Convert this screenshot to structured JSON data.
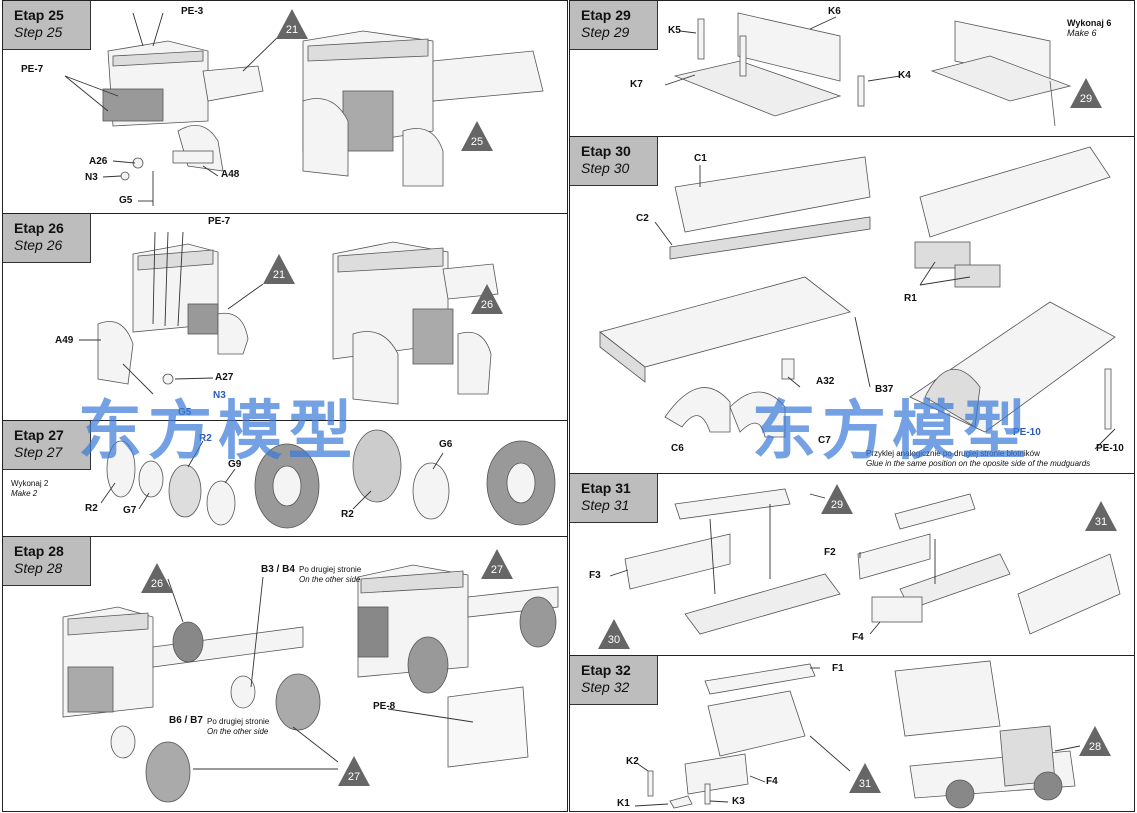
{
  "steps": {
    "s25": {
      "etap": "Etap 25",
      "step": "Step 25"
    },
    "s26": {
      "etap": "Etap 26",
      "step": "Step 26"
    },
    "s27": {
      "etap": "Etap 27",
      "step": "Step 27"
    },
    "s28": {
      "etap": "Etap 28",
      "step": "Step 28"
    },
    "s29": {
      "etap": "Etap 29",
      "step": "Step 29"
    },
    "s30": {
      "etap": "Etap 30",
      "step": "Step 30"
    },
    "s31": {
      "etap": "Etap 31",
      "step": "Step 31"
    },
    "s32": {
      "etap": "Etap 32",
      "step": "Step 32"
    }
  },
  "parts": {
    "pe3": "PE-3",
    "pe7": "PE-7",
    "a26": "A26",
    "n3": "N3",
    "g5": "G5",
    "a48": "A48",
    "a49": "A49",
    "a27": "A27",
    "r2": "R2",
    "g6": "G6",
    "g7": "G7",
    "g9": "G9",
    "b3b4": "B3 / B4",
    "b6b7": "B6 / B7",
    "pe8": "PE-8",
    "k5": "K5",
    "k6": "K6",
    "k7": "K7",
    "k4": "K4",
    "c1": "C1",
    "c2": "C2",
    "c6": "C6",
    "c7": "C7",
    "a32": "A32",
    "b37": "B37",
    "r1": "R1",
    "pe10": "PE-10",
    "f1": "F1",
    "f2": "F2",
    "f3": "F3",
    "f4": "F4",
    "k1": "K1",
    "k2": "K2",
    "k3": "K3"
  },
  "notes": {
    "wykonaj2": "Wykonaj 2",
    "make2": "Make 2",
    "wykonaj6": "Wykonaj 6",
    "make6": "Make 6",
    "other_pl": "Po drugiej stronie",
    "other_en": "On the other side",
    "glue_pl": "Przyklej analogicznie po drugiej stronie błotników",
    "glue_en": "Glue in the same position on the oposite side of the mudguards"
  },
  "refs": {
    "r21": "21",
    "r25": "25",
    "r26": "26",
    "r27": "27",
    "r28": "28",
    "r29": "29",
    "r30": "30",
    "r31": "31"
  },
  "watermark": "东方模型",
  "colors": {
    "header_bg": "#bdbdbd",
    "ref_triangle": "#666666",
    "watermark": "#3a7ad8"
  }
}
